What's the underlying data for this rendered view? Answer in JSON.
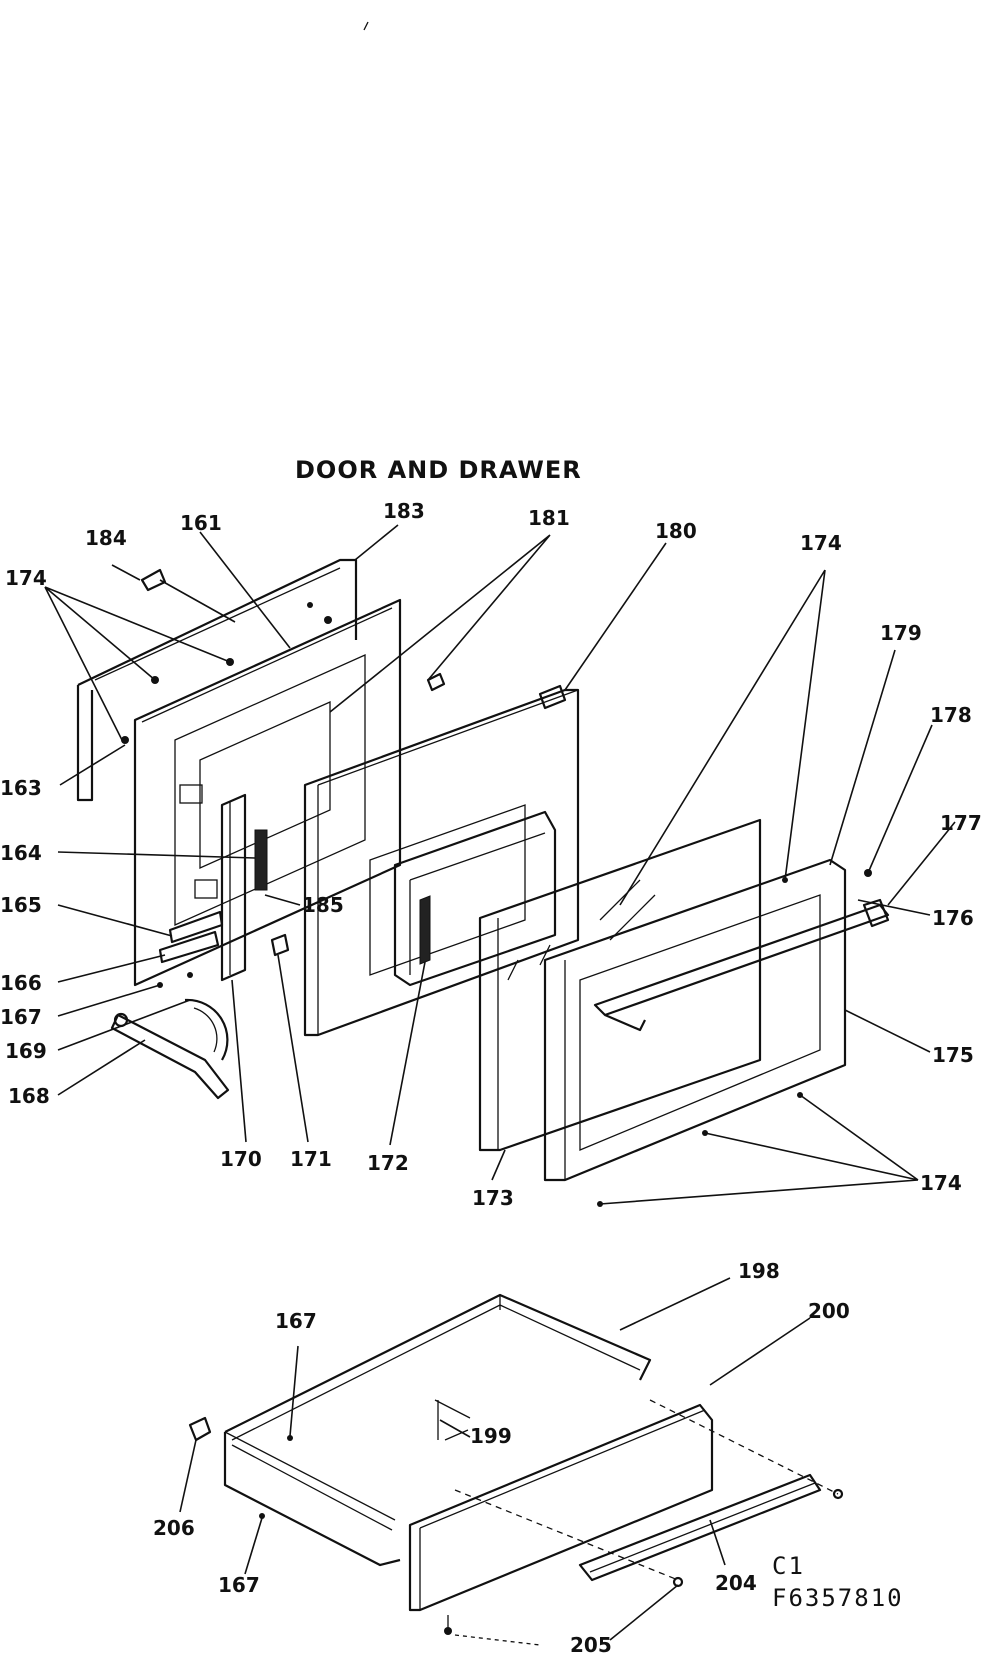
{
  "title": "DOOR AND DRAWER",
  "code_line1": "C1",
  "code_line2": "F6357810",
  "labels": {
    "p161": "161",
    "p163": "163",
    "p164": "164",
    "p165": "165",
    "p166": "166",
    "p167a": "167",
    "p167b": "167",
    "p167c": "167",
    "p168": "168",
    "p169": "169",
    "p170": "170",
    "p171": "171",
    "p172": "172",
    "p173": "173",
    "p174a": "174",
    "p174b": "174",
    "p174c": "174",
    "p175": "175",
    "p176": "176",
    "p177": "177",
    "p178": "178",
    "p179": "179",
    "p180": "180",
    "p181": "181",
    "p183": "183",
    "p184": "184",
    "p185": "185",
    "p198": "198",
    "p199": "199",
    "p200": "200",
    "p204": "204",
    "p205": "205",
    "p206": "206"
  }
}
